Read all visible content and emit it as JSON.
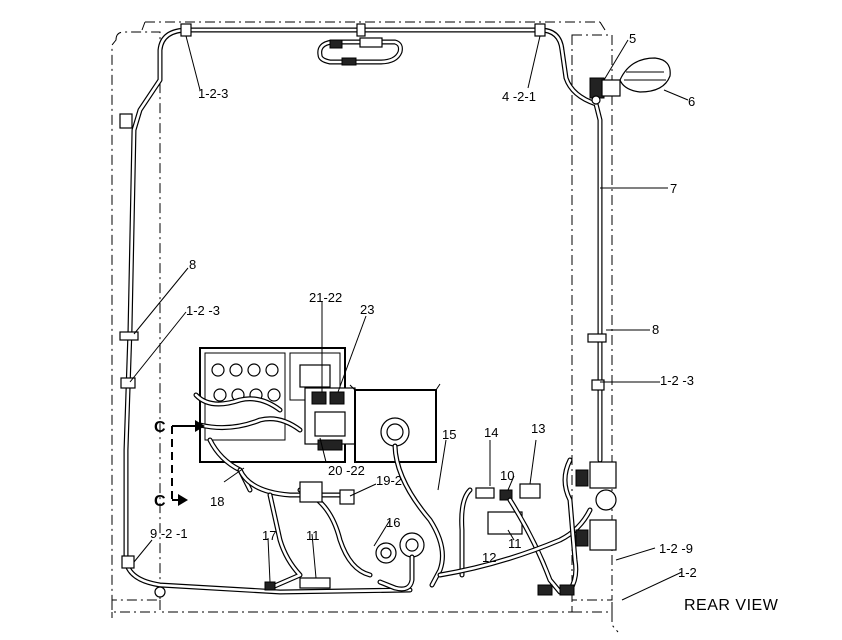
{
  "diagram": {
    "view_title": "REAR VIEW",
    "section_marker": "C",
    "callouts": [
      {
        "id": "c-1-2-3-top",
        "text": "1-2-3"
      },
      {
        "id": "c-4-2-1",
        "text": "4 -2-1"
      },
      {
        "id": "c-5",
        "text": "5"
      },
      {
        "id": "c-6",
        "text": "6"
      },
      {
        "id": "c-7",
        "text": "7"
      },
      {
        "id": "c-8-left",
        "text": "8"
      },
      {
        "id": "c-1-2-3-left",
        "text": "1-2 -3"
      },
      {
        "id": "c-8-right",
        "text": "8"
      },
      {
        "id": "c-1-2-3-right",
        "text": "1-2 -3"
      },
      {
        "id": "c-21-22",
        "text": "21-22"
      },
      {
        "id": "c-23",
        "text": "23"
      },
      {
        "id": "c-15",
        "text": "15"
      },
      {
        "id": "c-14",
        "text": "14"
      },
      {
        "id": "c-13",
        "text": "13"
      },
      {
        "id": "c-10",
        "text": "10"
      },
      {
        "id": "c-20-22",
        "text": "20 -22"
      },
      {
        "id": "c-19-2",
        "text": "19-2"
      },
      {
        "id": "c-18",
        "text": "18"
      },
      {
        "id": "c-16",
        "text": "16"
      },
      {
        "id": "c-11-center",
        "text": "11"
      },
      {
        "id": "c-11-right",
        "text": "11"
      },
      {
        "id": "c-12",
        "text": "12"
      },
      {
        "id": "c-17",
        "text": "17"
      },
      {
        "id": "c-9-2-1",
        "text": "9 -2 -1"
      },
      {
        "id": "c-1-2-9",
        "text": "1-2 -9"
      },
      {
        "id": "c-1-2",
        "text": "1-2"
      }
    ]
  }
}
